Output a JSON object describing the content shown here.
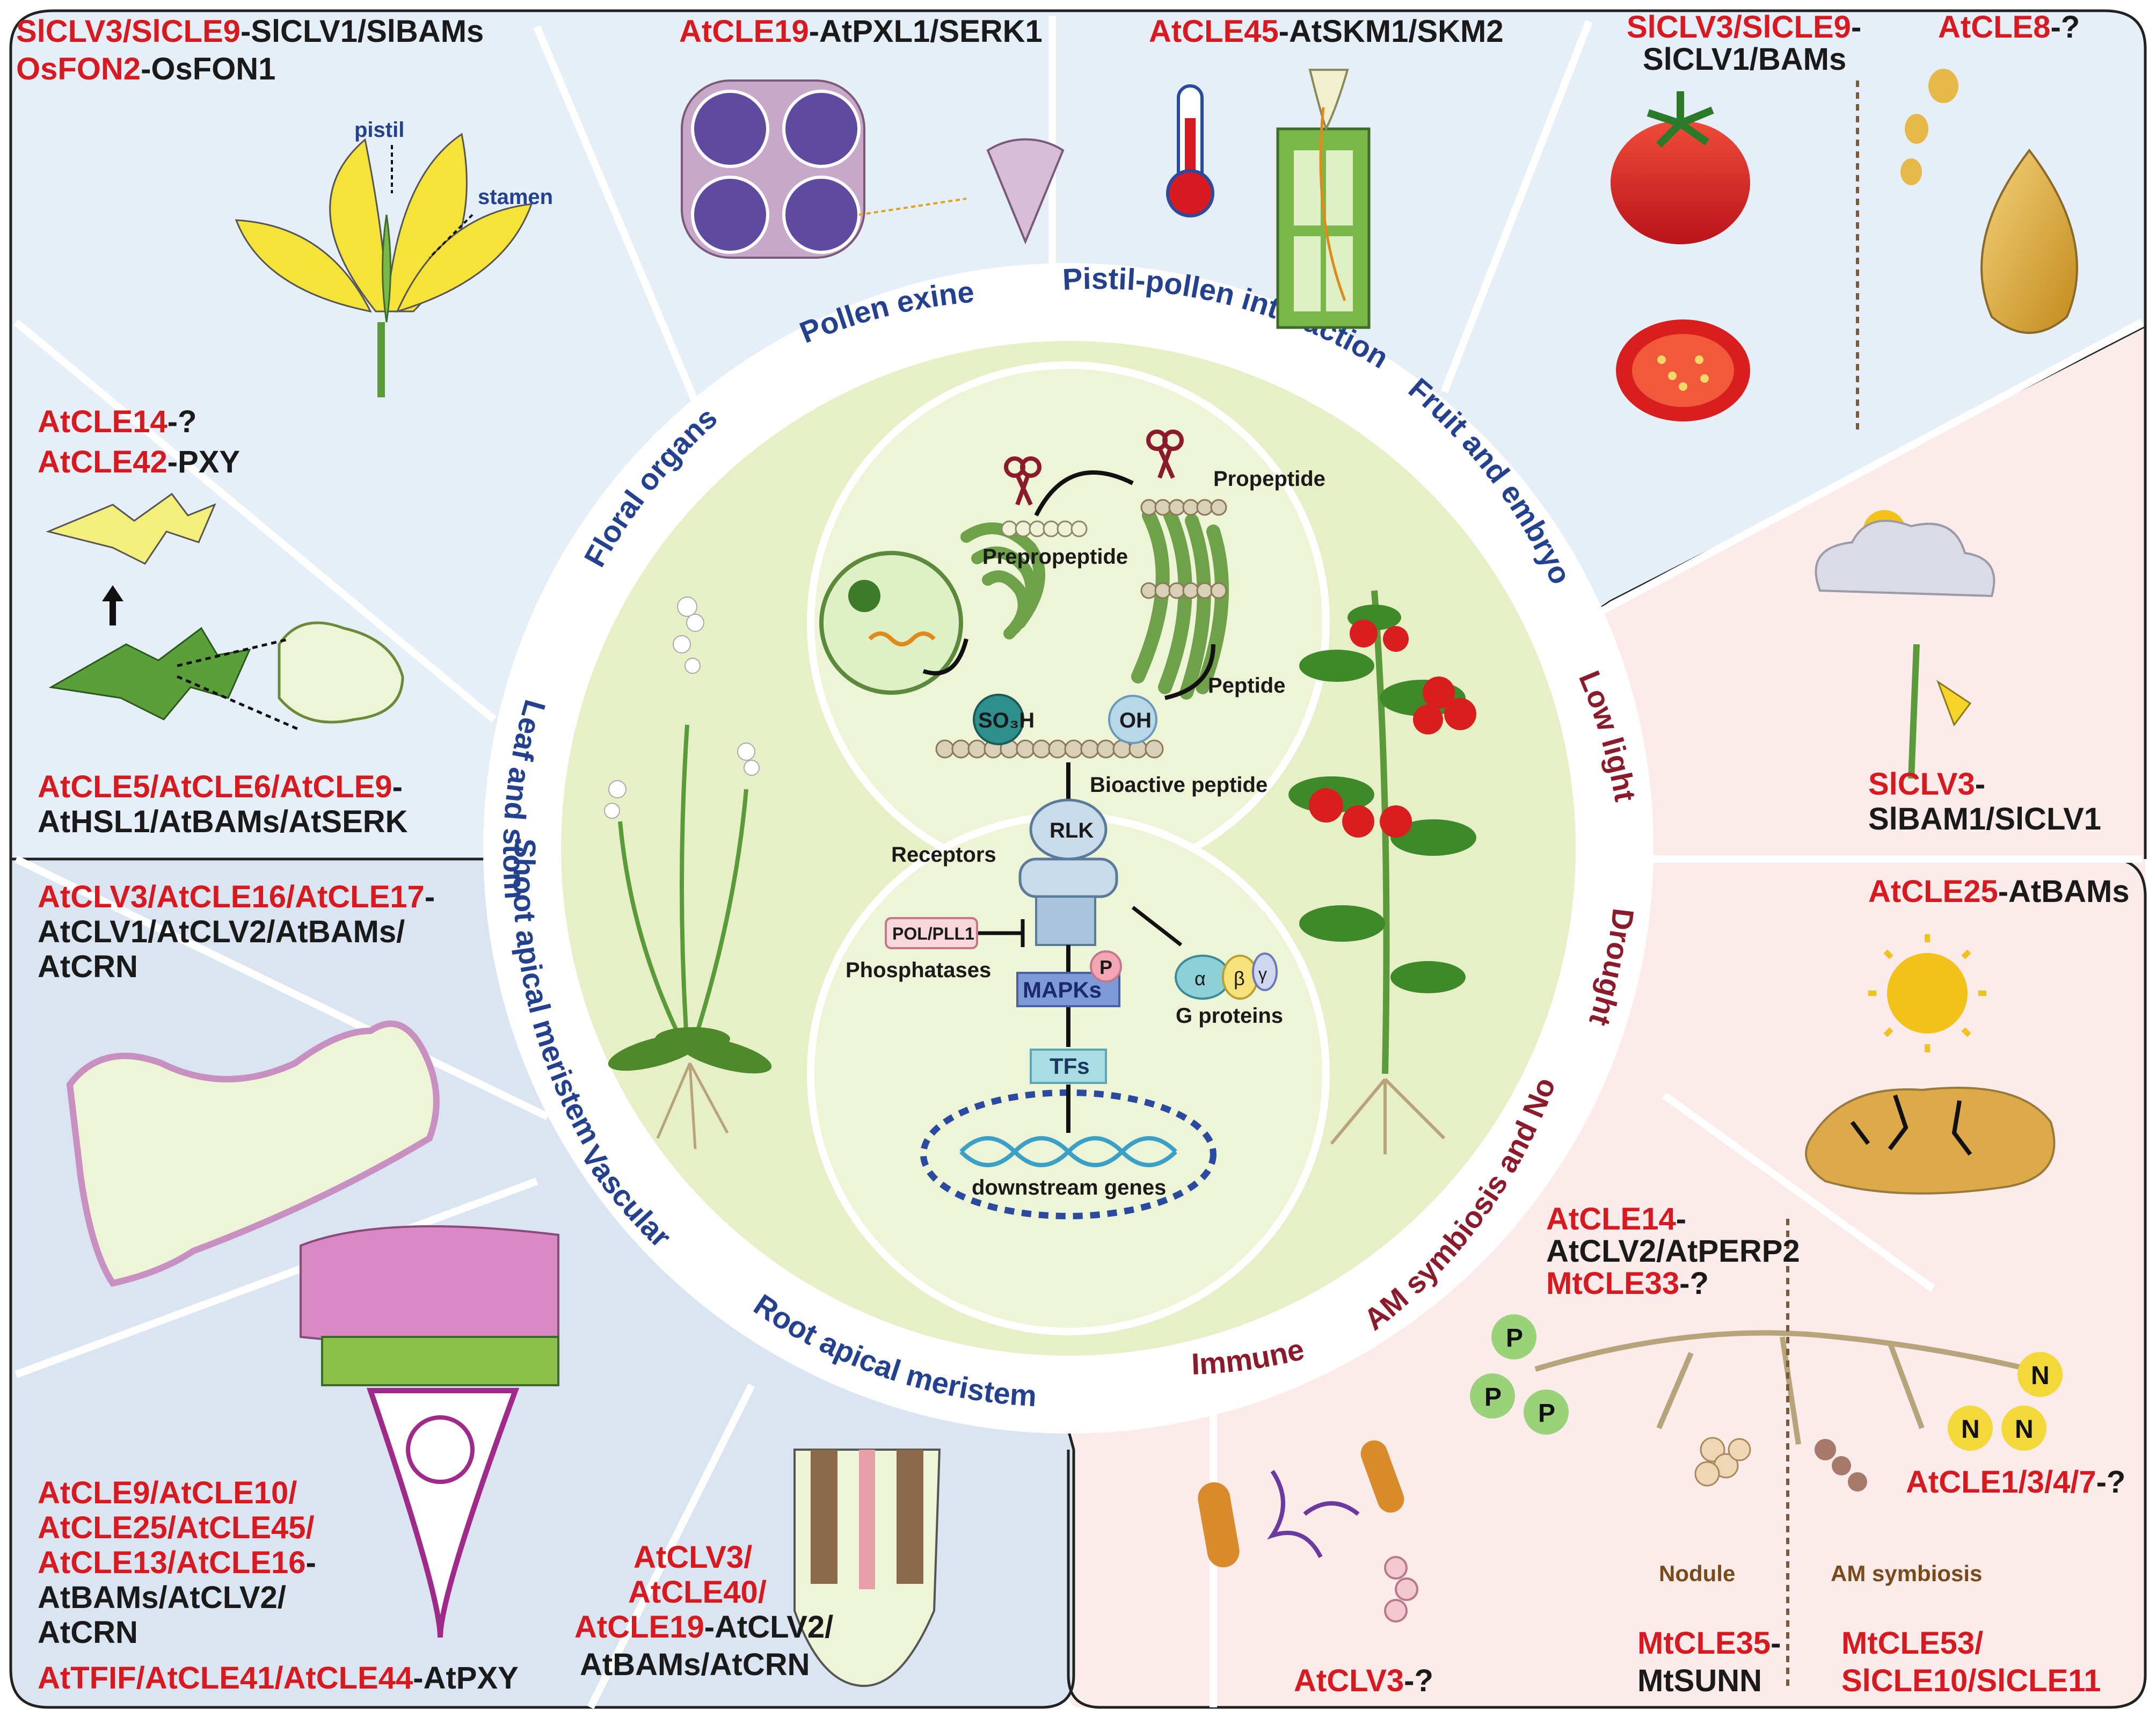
{
  "colors": {
    "gene_red": "#d71920",
    "receptor_black": "#1a1a1a",
    "development_label_blue": "#23418f",
    "environment_label_red": "#8b1a2b",
    "development_panel_blue": "#e6eef8",
    "shoot_root_panel_blue": "#dbe5f1",
    "environment_panel_pink": "#fbeceb",
    "center_disc_green": "#e6efc6"
  },
  "categories": {
    "floral": "Floral organs",
    "pollen": "Pollen exine",
    "pistil": "Pistil-pollen interaction",
    "fruit": "Fruit and  embryo",
    "lowlight": "Low light",
    "drought": "Drought",
    "am": "AM symbiosis and Nodule",
    "immune": "Immune",
    "ram": "Root apical  meristem",
    "vascular": "Vascular",
    "sam": "Shoot apical  meristem",
    "leaf": "Leaf and stomatal"
  },
  "panels": {
    "floral": {
      "line1_red": "SlCLV3/SlCLE9",
      "line1_black": "-SlCLV1/SlBAMs",
      "line2_red": "OsFON2",
      "line2_black": "-OsFON1",
      "pistil_label": "pistil",
      "stamen_label": "stamen"
    },
    "pollen": {
      "red": "AtCLE19",
      "black": "-AtPXL1/SERK1"
    },
    "pistil": {
      "red": "AtCLE45",
      "black": "-AtSKM1/SKM2"
    },
    "fruit": {
      "line1_red": "SlCLV3/SlCLE9",
      "line1_black": "-",
      "line2_black": "SlCLV1/BAMs",
      "embryo_red": "AtCLE8",
      "embryo_black": "-?"
    },
    "lowlight": {
      "red": "SlCLV3",
      "black_dash": "-",
      "line2_black": "SlBAM1/SlCLV1"
    },
    "drought": {
      "red": "AtCLE25",
      "black": "-AtBAMs"
    },
    "am": {
      "a_red": "AtCLE14",
      "a_black": "-",
      "b_black": "AtCLV2/AtPERP2",
      "c_red": "MtCLE33",
      "c_black": "-?",
      "d_red": "AtCLE1/3/4/7",
      "d_black": "-?",
      "nodule_label": "Nodule",
      "am_label": "AM symbiosis",
      "e_red": "MtCLE35",
      "e_black": "-",
      "f_black": "MtSUNN",
      "g_red": "MtCLE53/",
      "h_red": "SlCLE10/SlCLE11",
      "p_letter": "P",
      "n_letter": "N"
    },
    "immune": {
      "red": "AtCLV3",
      "black": "-?"
    },
    "ram": {
      "l1_red": "AtCLV3/",
      "l2_red": "AtCLE40/",
      "l3_red": "AtCLE19",
      "l3_black": "-AtCLV2/",
      "l4_black": "AtBAMs/AtCRN"
    },
    "vascular": {
      "l1_red": "AtCLE9/AtCLE10/",
      "l2_red": "AtCLE25/AtCLE45/",
      "l3_red": "AtCLE13/AtCLE16",
      "l3_black": "-",
      "l4_black": "AtBAMs/AtCLV2/",
      "l5_black": "AtCRN",
      "l6_red": "AtTFIF/AtCLE41/AtCLE44",
      "l6_black": "-AtPXY"
    },
    "sam": {
      "l1_red": "AtCLV3/AtCLE16/AtCLE17",
      "l1_black": "-",
      "l2_black": "AtCLV1/AtCLV2/AtBAMs/",
      "l3_black": "AtCRN"
    },
    "leaf": {
      "a_red": "AtCLE14",
      "a_black": "-?",
      "b_red": "AtCLE42",
      "b_black": "-PXY",
      "c_red": "AtCLE5/AtCLE6/AtCLE9",
      "c_black": "-",
      "d_black": "AtHSL1/AtBAMs/AtSERK"
    }
  },
  "center": {
    "prepropeptide": "Prepropeptide",
    "propeptide": "Propeptide",
    "peptide": "Peptide",
    "so3h": "SO₃H",
    "oh": "OH",
    "bioactive": "Bioactive peptide",
    "rlk": "RLK",
    "receptors": "Receptors",
    "pol": "POL/PLL1",
    "phosphatases": "Phosphatases",
    "p": "P",
    "mapks": "MAPKs",
    "tfs": "TFs",
    "downstream": "downstream genes",
    "g_proteins": "G proteins",
    "alpha": "α",
    "beta": "β",
    "gamma": "γ"
  }
}
